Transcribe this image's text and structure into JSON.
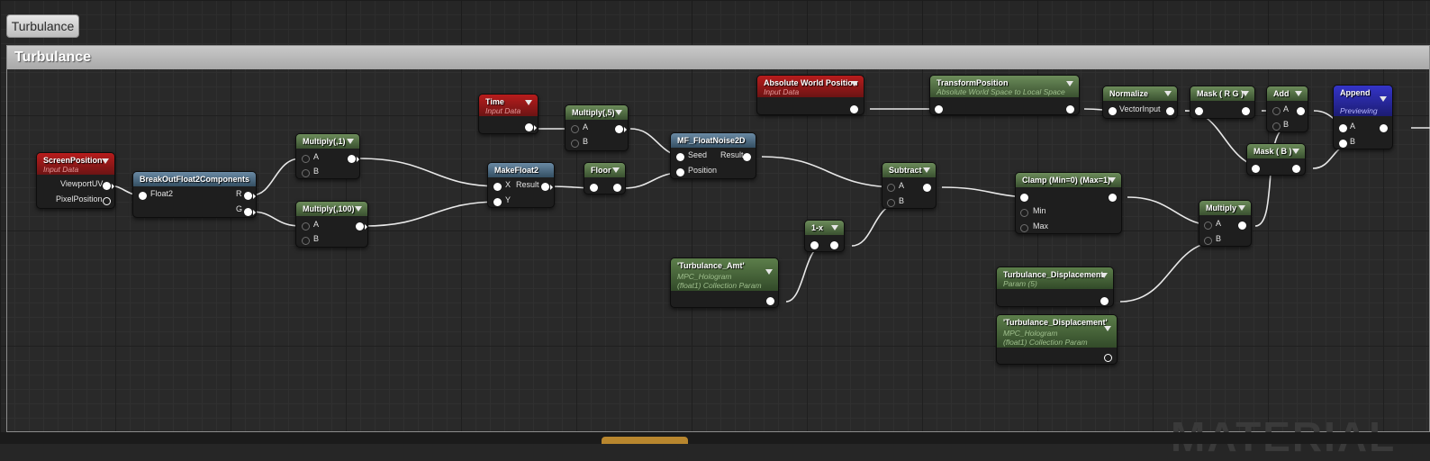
{
  "tab": {
    "label": "Turbulance"
  },
  "comment": {
    "title": "Turbulance"
  },
  "watermark": "MATERIAL",
  "nodes": {
    "screen_position": {
      "title": "ScreenPosition",
      "subtitle": "Input Data",
      "pins": [
        "ViewportUV",
        "PixelPosition"
      ]
    },
    "break_out": {
      "title": "BreakOutFloat2Components",
      "pins": [
        "Float2",
        "R",
        "G"
      ]
    },
    "multiply_1": {
      "title": "Multiply(,1)",
      "pins": [
        "A",
        "B"
      ]
    },
    "multiply_100": {
      "title": "Multiply(,100)",
      "pins": [
        "A",
        "B"
      ]
    },
    "time": {
      "title": "Time",
      "subtitle": "Input Data"
    },
    "make_float2": {
      "title": "MakeFloat2",
      "pins": [
        "X",
        "Result",
        "Y"
      ]
    },
    "multiply_5": {
      "title": "Multiply(,5)",
      "pins": [
        "A",
        "B"
      ]
    },
    "floor": {
      "title": "Floor"
    },
    "mf_float_noise": {
      "title": "MF_FloatNoise2D",
      "pins": [
        "Seed",
        "Result",
        "Position"
      ]
    },
    "abs_world_pos": {
      "title": "Absolute World Position",
      "subtitle": "Input Data"
    },
    "transform_position": {
      "title": "TransformPosition",
      "subtitle": "Absolute World Space to Local Space"
    },
    "normalize": {
      "title": "Normalize",
      "pins": [
        "VectorInput"
      ]
    },
    "mask_rg": {
      "title": "Mask ( R G )"
    },
    "add": {
      "title": "Add",
      "pins": [
        "A",
        "B"
      ]
    },
    "append": {
      "title": "Append",
      "subtitle": "Previewing",
      "pins": [
        "A",
        "B"
      ]
    },
    "mask_b": {
      "title": "Mask ( B )"
    },
    "subtract": {
      "title": "Subtract",
      "pins": [
        "A",
        "B"
      ]
    },
    "one_minus": {
      "title": "1-x"
    },
    "clamp": {
      "title": "Clamp (Min=0) (Max=1)",
      "pins": [
        "Min",
        "Max"
      ]
    },
    "multiply": {
      "title": "Multiply",
      "pins": [
        "A",
        "B"
      ]
    },
    "turb_amt": {
      "title": "'Turbulance_Amt'",
      "subtitle1": "MPC_Hologram",
      "subtitle2": "(float1) Collection Param"
    },
    "turb_disp": {
      "title": "Turbulance_Displacement",
      "subtitle": "Param (5)"
    },
    "turb_disp_mpc": {
      "title": "'Turbulance_Displacement'",
      "subtitle1": "MPC_Hologram",
      "subtitle2": "(float1) Collection Param"
    }
  },
  "colors": {
    "input_header": "#b81c1c",
    "function_header": "#6c8c5a",
    "utility_header": "#6a8aa4",
    "preview_header": "#3434c8",
    "wire": "#ffffff",
    "grid": "#262626"
  }
}
